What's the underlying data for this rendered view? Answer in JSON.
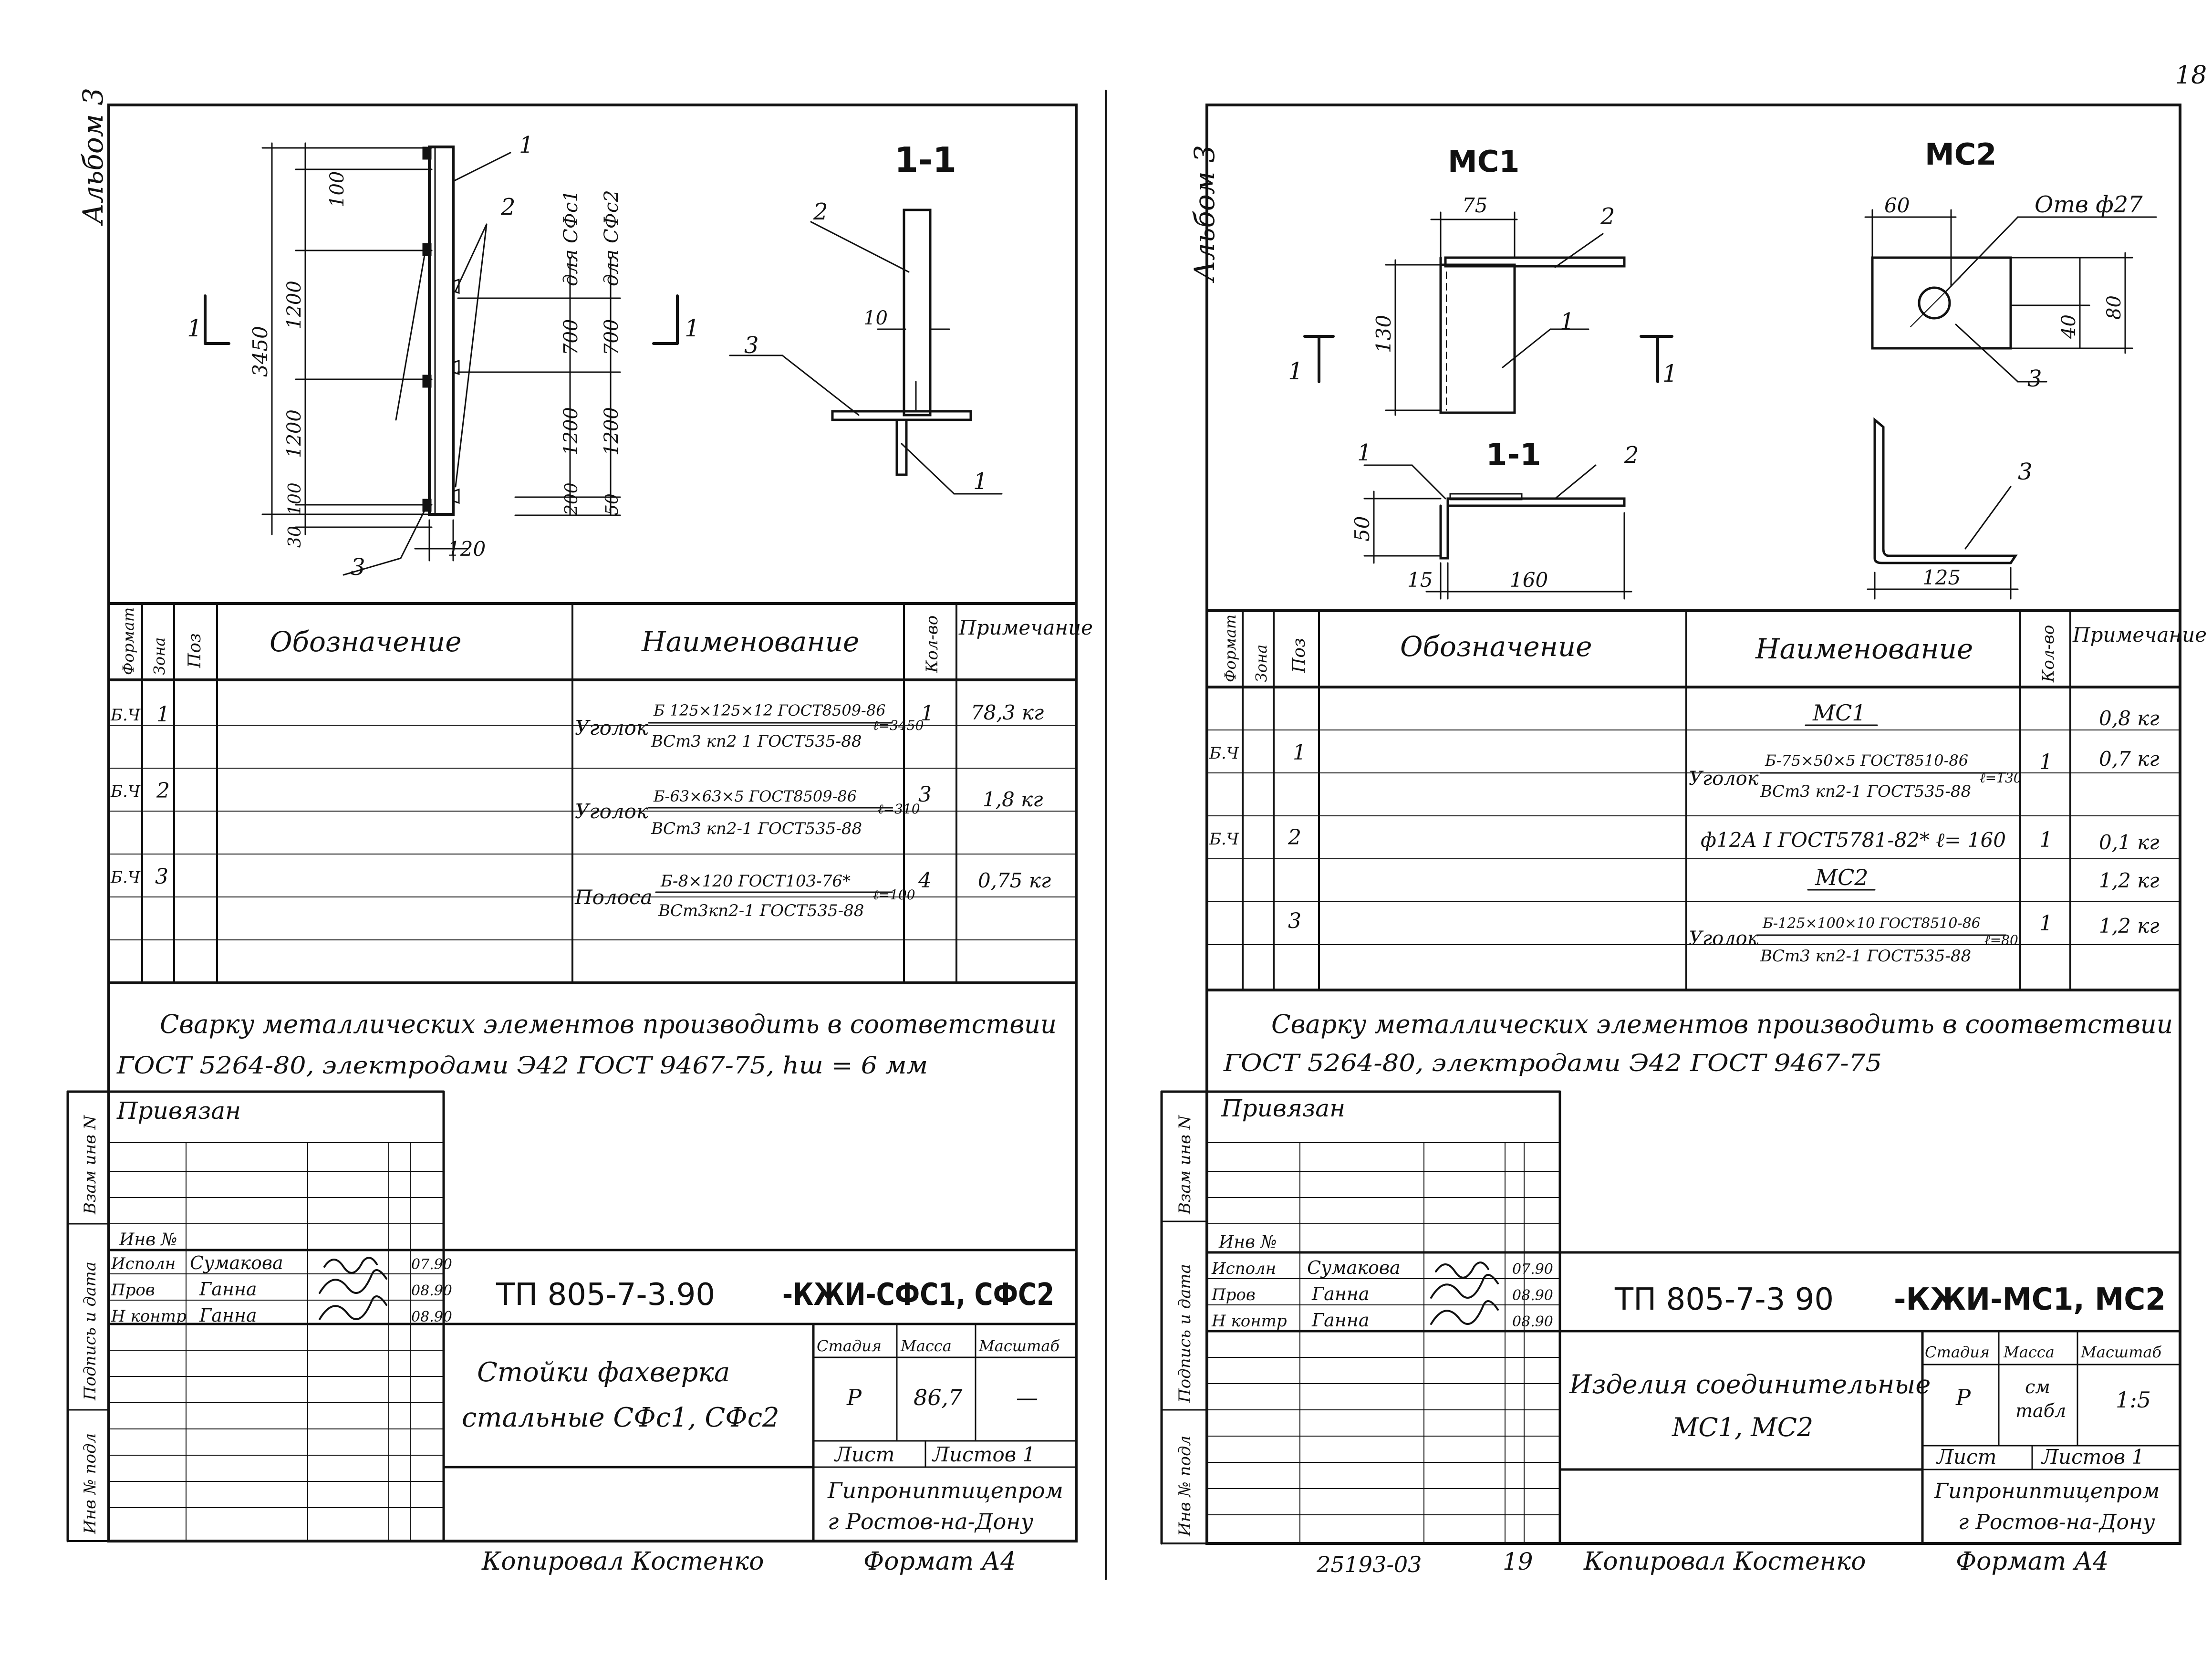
{
  "page_number": "18",
  "footer": {
    "doc_code": "25193-03",
    "page": "19"
  },
  "left": {
    "album": "Альбом 3",
    "drawing": {
      "section_title": "1-1",
      "cut_mark": "1",
      "dims": {
        "overall": "3450",
        "top": "100",
        "mid1": "1200",
        "mid2": "1200",
        "bottom": "100",
        "base": "30",
        "width": "120",
        "gap": "10"
      },
      "right_dims": {
        "a": "700",
        "b": "700",
        "c": "1200",
        "d": "1200",
        "e": "200",
        "f": "50"
      },
      "labels": {
        "for1": "для СФс1",
        "for2": "для СФс2"
      },
      "positions": [
        "1",
        "2",
        "3"
      ]
    },
    "table": {
      "headers": {
        "format": "Формат",
        "zone": "Зона",
        "pos": "Поз",
        "designation": "Обозначение",
        "name": "Наименование",
        "qty": "Кол-во",
        "note": "Примечание"
      },
      "rows": [
        {
          "format": "Б.Ч",
          "pos": "1",
          "kind": "Уголок",
          "num": "Б 125×125×12 ГОСТ8509-86",
          "den": "ВСт3 кп2 1 ГОСТ535-88",
          "len": "ℓ=3450",
          "qty": "1",
          "note": "78,3 кг"
        },
        {
          "format": "Б.Ч",
          "pos": "2",
          "kind": "Уголок",
          "num": "Б-63×63×5 ГОСТ8509-86",
          "den": "ВСт3 кп2-1 ГОСТ535-88",
          "len": "ℓ=310",
          "qty": "3",
          "note": "1,8 кг"
        },
        {
          "format": "Б.Ч",
          "pos": "3",
          "kind": "Полоса",
          "num": "Б-8×120 ГОСТ103-76*",
          "den": "ВСт3кп2-1 ГОСТ535-88",
          "len": "ℓ=100",
          "qty": "4",
          "note": "0,75 кг"
        }
      ]
    },
    "note_lines": [
      "Сварку металлических элементов производить в соответствии",
      "ГОСТ 5264-80, электродами Э42 ГОСТ 9467-75,  hш = 6 мм"
    ],
    "stamp": {
      "bound": "Привязан",
      "inv": "Инв №",
      "people": [
        {
          "role": "Исполн",
          "name": "Сумакова",
          "date": "07.90"
        },
        {
          "role": "Пров",
          "name": "Ганна",
          "date": "08.90"
        },
        {
          "role": "Н контр",
          "name": "Ганна",
          "date": "08.90"
        }
      ],
      "side_labels": [
        "Взам инв N",
        "Подпись и дата",
        "Инв № подл"
      ],
      "code": "ТП 805-7-3.90",
      "mark": "-КЖИ-СФС1, СФС2",
      "title1": "Стойки фахверка",
      "title2": "стальные СФс1, СФс2",
      "stage_label": "Стадия",
      "mass_label": "Масса",
      "scale_label": "Масштаб",
      "stage": "Р",
      "mass": "86,7",
      "scale": "—",
      "sheet_label": "Лист",
      "sheets_label": "Листов 1",
      "org1": "Гипрониптицепром",
      "org2": "г Ростов-на-Дону"
    },
    "copied": "Копировал Костенко",
    "format": "Формат А4"
  },
  "right": {
    "album": "Альбом 3",
    "drawing": {
      "mc1": "МС1",
      "mc2": "МС2",
      "section_title": "1-1",
      "hole": "Отв ф27",
      "dims": {
        "w75": "75",
        "h130": "130",
        "h50": "50",
        "d15": "15",
        "d160": "160",
        "w60": "60",
        "h80": "80",
        "h40": "40",
        "w125": "125"
      },
      "cut_mark": "1",
      "positions": [
        "1",
        "2",
        "3"
      ]
    },
    "table": {
      "headers": {
        "format": "Формат",
        "zone": "Зона",
        "pos": "Поз",
        "designation": "Обозначение",
        "name": "Наименование",
        "qty": "Кол-во",
        "note": "Примечание"
      },
      "group1": "МС1",
      "group1_note": "0,8 кг",
      "rows": [
        {
          "format": "Б.Ч",
          "pos": "1",
          "kind": "Уголок",
          "num": "Б-75×50×5 ГОСТ8510-86",
          "den": "ВСт3 кп2-1 ГОСТ535-88",
          "len": "ℓ=130",
          "qty": "1",
          "note": "0,7 кг"
        },
        {
          "format": "Б.Ч",
          "pos": "2",
          "text": "ф12А I ГОСТ5781-82*  ℓ= 160",
          "qty": "1",
          "note": "0,1 кг"
        },
        {
          "format": "",
          "pos": "3",
          "kind": "Уголок",
          "num": "Б-125×100×10 ГОСТ8510-86",
          "den": "ВСт3 кп2-1 ГОСТ535-88",
          "len": "ℓ=80",
          "qty": "1",
          "note": "1,2 кг"
        }
      ],
      "group2": "МС2",
      "group2_note": "1,2 кг"
    },
    "note_lines": [
      "Сварку металлических элементов производить в соответствии",
      "ГОСТ 5264-80, электродами Э42 ГОСТ 9467-75"
    ],
    "stamp": {
      "bound": "Привязан",
      "inv": "Инв №",
      "people": [
        {
          "role": "Исполн",
          "name": "Сумакова",
          "date": "07.90"
        },
        {
          "role": "Пров",
          "name": "Ганна",
          "date": "08.90"
        },
        {
          "role": "Н контр",
          "name": "Ганна",
          "date": "08.90"
        }
      ],
      "side_labels": [
        "Взам инв N",
        "Подпись и дата",
        "Инв № подл"
      ],
      "code": "ТП 805-7-3 90",
      "mark": "-КЖИ-МС1, МС2",
      "title1": "Изделия соединительные",
      "title2": "МС1,  МС2",
      "stage_label": "Стадия",
      "mass_label": "Масса",
      "scale_label": "Масштаб",
      "stage": "Р",
      "mass1": "см",
      "mass2": "табл",
      "scale": "1:5",
      "sheet_label": "Лист",
      "sheets_label": "Листов 1",
      "org1": "Гипрониптицепром",
      "org2": "г Ростов-на-Дону"
    },
    "copied": "Копировал Костенко",
    "format": "Формат А4"
  }
}
